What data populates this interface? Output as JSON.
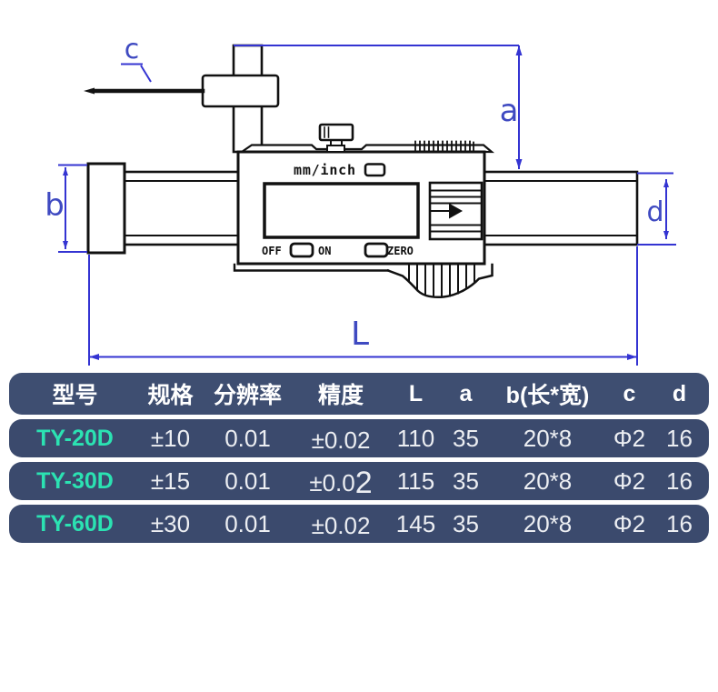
{
  "diagram": {
    "labels": {
      "a": "a",
      "b": "b",
      "c": "c",
      "d": "d",
      "L": "L"
    },
    "caliper": {
      "unit_toggle": "mm/inch",
      "off": "OFF",
      "on": "ON",
      "zero": "ZERO"
    },
    "colors": {
      "outline": "#111111",
      "dimension_line": "#3434d2",
      "dimension_label": "#3f4ac1"
    }
  },
  "table": {
    "headers": [
      "型号",
      "规格",
      "分辨率",
      "精度",
      "L",
      "a",
      "b(长*宽)",
      "c",
      "d"
    ],
    "rows": [
      {
        "model": "TY-20D",
        "spec": "±10",
        "resolution": "0.01",
        "precision": "±0.02",
        "precision_suffix": "",
        "L": "110",
        "a": "35",
        "b": "20*8",
        "c": "Φ2",
        "d": "16"
      },
      {
        "model": "TY-30D",
        "spec": "±15",
        "resolution": "0.01",
        "precision": "±0.0",
        "precision_suffix": "2",
        "L": "115",
        "a": "35",
        "b": "20*8",
        "c": "Φ2",
        "d": "16"
      },
      {
        "model": "TY-60D",
        "spec": "±30",
        "resolution": "0.01",
        "precision": "±0.02",
        "precision_suffix": "",
        "L": "145",
        "a": "35",
        "b": "20*8",
        "c": "Φ2",
        "d": "16"
      }
    ],
    "colors": {
      "header_bg": "#3e4e71",
      "row_bg": "#3b4a6d",
      "model_text": "#2be2b2",
      "cell_text": "#eceef2"
    }
  }
}
